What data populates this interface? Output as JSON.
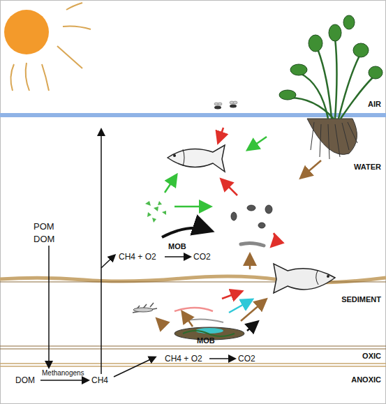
{
  "diagram": {
    "labels": [
      "AIR",
      "WATER",
      "POM",
      "DOM",
      "MOB",
      "CH4 + O2",
      "CO2",
      "SEDIMENT",
      "MOB",
      "CH4 + O2",
      "CO2",
      "OXIC",
      "ANOXIC",
      "Methanogens",
      "DOM",
      "CH4"
    ]
  }
}
